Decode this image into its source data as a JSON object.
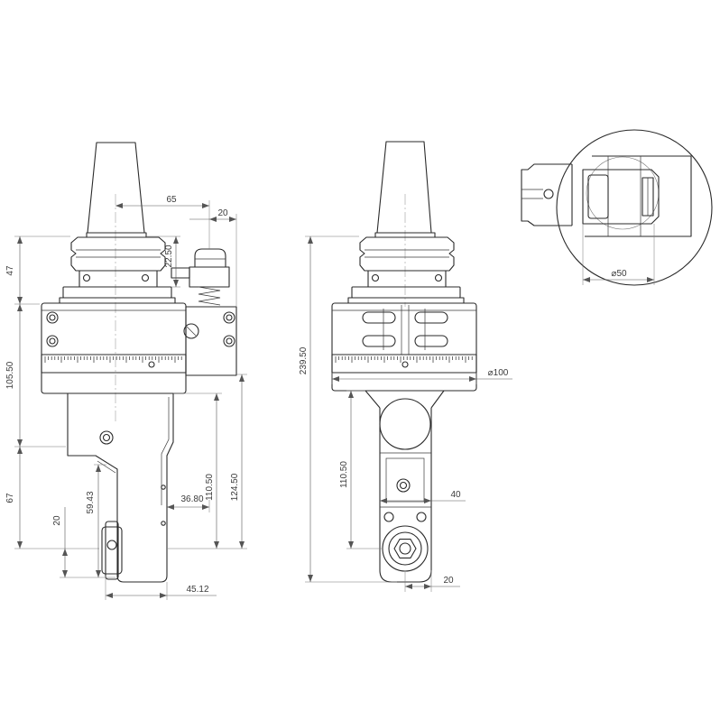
{
  "side_view": {
    "dim_65": "65",
    "dim_20_top": "20",
    "dim_22_50": "22.50",
    "dim_47": "47",
    "dim_105_50": "105.50",
    "dim_67": "67",
    "dim_20_left": "20",
    "dim_59_43": "59.43",
    "dim_36_80": "36.80",
    "dim_110_50": "110.50",
    "dim_124_50": "124.50",
    "dim_45_12": "45.12"
  },
  "front_view": {
    "dim_239_50": "239.50",
    "dim_dia_100": "⌀100",
    "dim_110_50": "110.50",
    "dim_40": "40",
    "dim_20": "20"
  },
  "detail_view": {
    "dim_dia_50": "⌀50"
  }
}
